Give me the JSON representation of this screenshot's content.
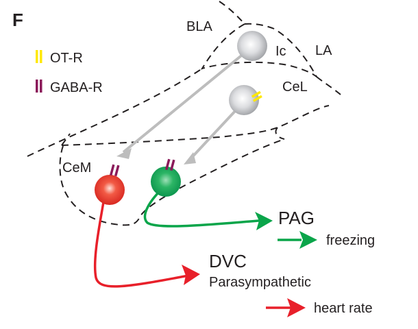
{
  "panel_label": "F",
  "legend": {
    "items": [
      {
        "label": "OT-R",
        "color": "#ffe800"
      },
      {
        "label": "GABA-R",
        "color": "#8b1a5a"
      }
    ]
  },
  "regions": {
    "bla": "BLA",
    "ic": "Ic",
    "la": "LA",
    "cel": "CeL",
    "cem": "CeM"
  },
  "outputs": {
    "pag": "PAG",
    "freezing": "freezing",
    "dvc": "DVC",
    "parasympathetic": "Parasympathetic",
    "heart_rate": "heart rate"
  },
  "colors": {
    "green": "#0aa54a",
    "red": "#e8202a",
    "gray": "#bdbdbd",
    "dash": "#231f20"
  }
}
